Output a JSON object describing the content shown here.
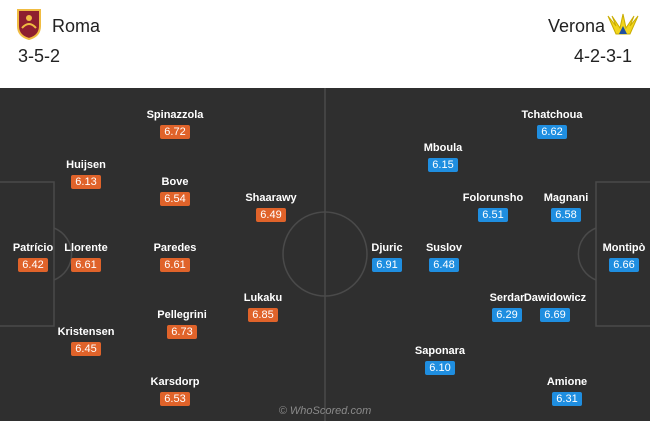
{
  "home": {
    "name": "Roma",
    "formation": "3-5-2",
    "crest_icon": "roma-crest-icon",
    "color": "#e0632a",
    "players": [
      {
        "name": "Patrício",
        "rating": "6.42"
      },
      {
        "name": "Huijsen",
        "rating": "6.13"
      },
      {
        "name": "Llorente",
        "rating": "6.61"
      },
      {
        "name": "Kristensen",
        "rating": "6.45"
      },
      {
        "name": "Spinazzola",
        "rating": "6.72"
      },
      {
        "name": "Bove",
        "rating": "6.54"
      },
      {
        "name": "Paredes",
        "rating": "6.61"
      },
      {
        "name": "Pellegrini",
        "rating": "6.73"
      },
      {
        "name": "Karsdorp",
        "rating": "6.53"
      },
      {
        "name": "Shaarawy",
        "rating": "6.49"
      },
      {
        "name": "Lukaku",
        "rating": "6.85"
      }
    ]
  },
  "away": {
    "name": "Verona",
    "formation": "4-2-3-1",
    "crest_icon": "verona-crest-icon",
    "color": "#1f8ee0",
    "players": [
      {
        "name": "Montipò",
        "rating": "6.66"
      },
      {
        "name": "Tchatchoua",
        "rating": "6.62"
      },
      {
        "name": "Magnani",
        "rating": "6.58"
      },
      {
        "name": "Dawidowicz",
        "rating": "6.69"
      },
      {
        "name": "Amione",
        "rating": "6.31"
      },
      {
        "name": "Folorunsho",
        "rating": "6.51"
      },
      {
        "name": "Serdar",
        "rating": "6.29"
      },
      {
        "name": "Mboula",
        "rating": "6.15"
      },
      {
        "name": "Suslov",
        "rating": "6.48"
      },
      {
        "name": "Saponara",
        "rating": "6.10"
      },
      {
        "name": "Djuric",
        "rating": "6.91"
      }
    ]
  },
  "watermark": "© WhoScored.com"
}
